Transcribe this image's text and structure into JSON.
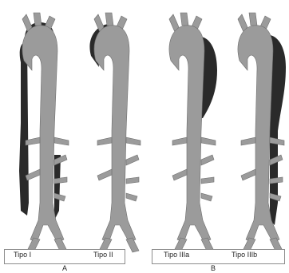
{
  "figure": {
    "aortas": [
      {
        "type_label": "Tipo I",
        "dissection_extent": "ascending-arch-descending"
      },
      {
        "type_label": "Tipo II",
        "dissection_extent": "ascending-only"
      },
      {
        "type_label": "Tipo IIIa",
        "dissection_extent": "descending-thoracic"
      },
      {
        "type_label": "Tipo IIIb",
        "dissection_extent": "descending-to-abdominal"
      }
    ],
    "groups": [
      {
        "letter": "A"
      },
      {
        "letter": "B"
      }
    ]
  },
  "colors": {
    "true_lumen": "#9b9b9b",
    "false_lumen": "#2a2a2a",
    "background": "#ffffff",
    "outline": "#6e6e6e",
    "box_border": "#8c8c8c",
    "text": "#222222"
  }
}
